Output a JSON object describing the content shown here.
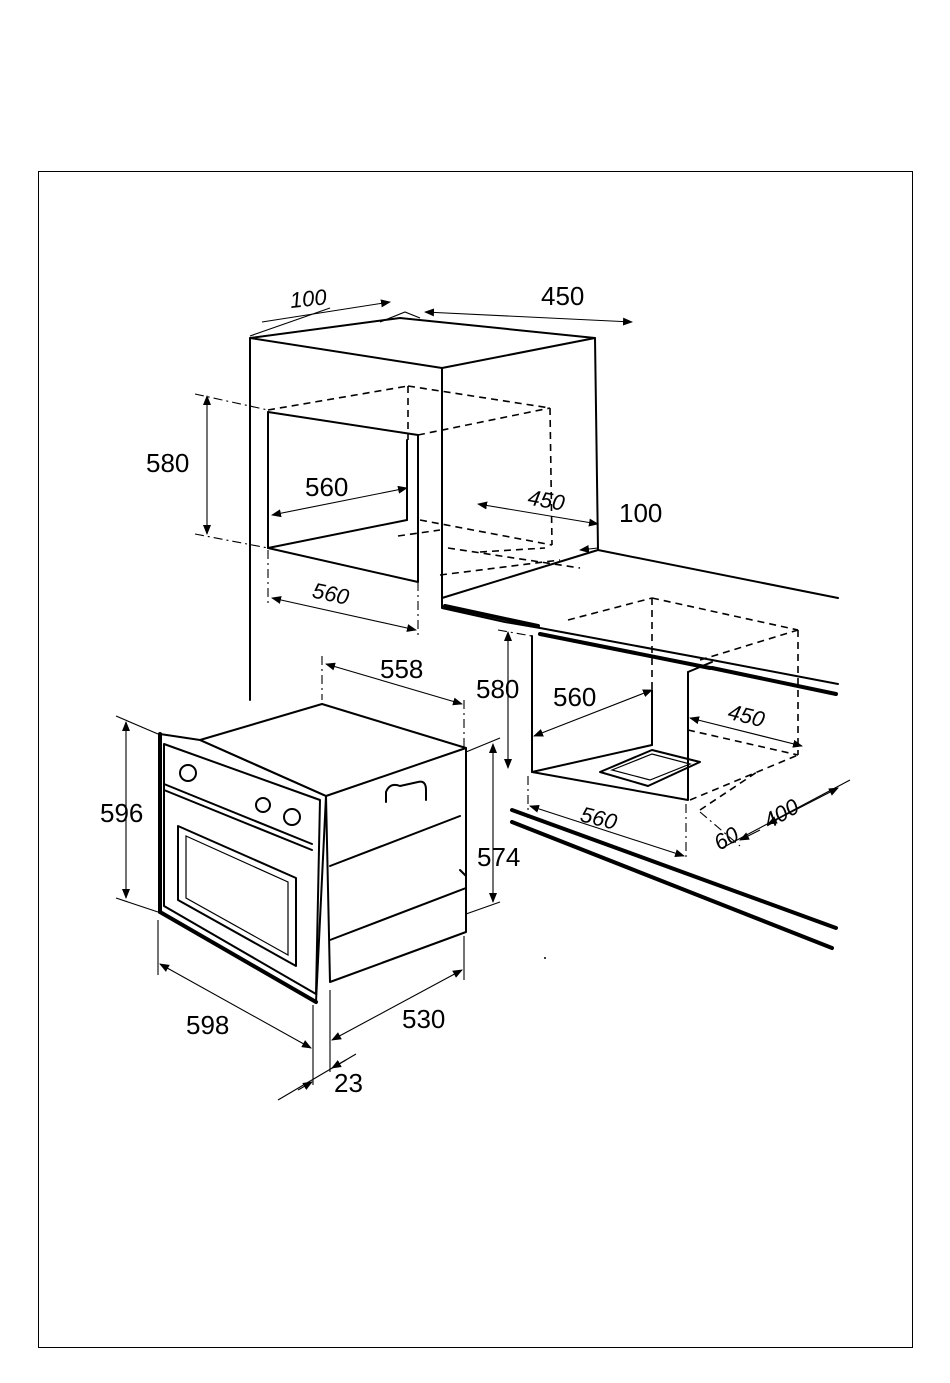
{
  "dimensions": {
    "wall_top_depth": "100",
    "wall_top_width": "450",
    "wall_niche_height": "580",
    "wall_niche_width": "560",
    "wall_niche_depth_marker": "450",
    "wall_niche_clearance": "100",
    "wall_niche_bottom_width": "560",
    "oven_top_width": "558",
    "oven_front_height": "596",
    "oven_body_height": "574",
    "oven_front_width": "598",
    "oven_body_depth": "530",
    "oven_door_thickness": "23",
    "under_niche_height": "580",
    "under_niche_width": "560",
    "under_niche_depth": "450",
    "under_niche_bottom_width": "560",
    "under_vent_front": "60",
    "under_vent_depth": "400"
  }
}
